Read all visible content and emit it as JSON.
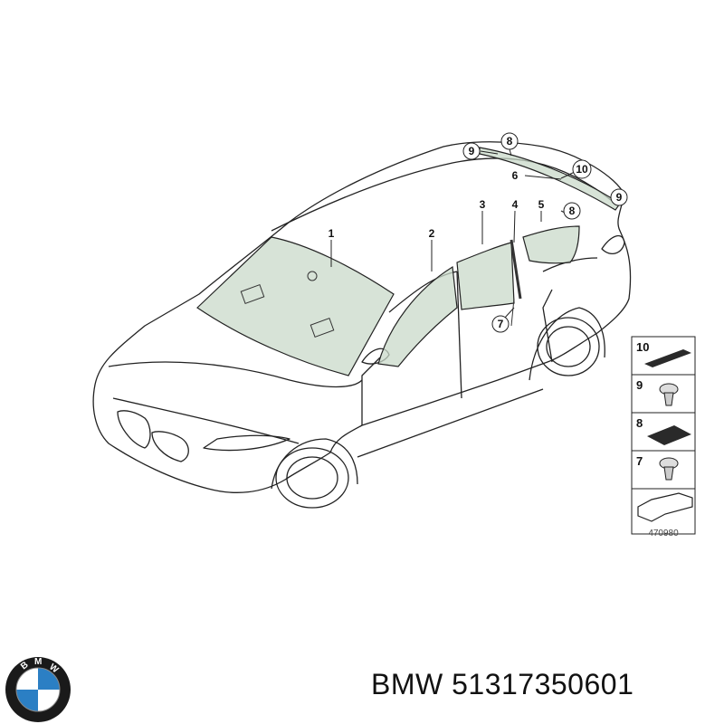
{
  "diagram": {
    "reference_code": "470980",
    "callouts": [
      {
        "id": "c1",
        "label": "1"
      },
      {
        "id": "c2",
        "label": "2"
      },
      {
        "id": "c3",
        "label": "3"
      },
      {
        "id": "c4",
        "label": "4"
      },
      {
        "id": "c5",
        "label": "5"
      },
      {
        "id": "c6",
        "label": "6"
      },
      {
        "id": "c7",
        "label": "7"
      },
      {
        "id": "c8a",
        "label": "8"
      },
      {
        "id": "c8b",
        "label": "8"
      },
      {
        "id": "c9a",
        "label": "9"
      },
      {
        "id": "c9b",
        "label": "9"
      },
      {
        "id": "c10",
        "label": "10"
      }
    ],
    "legend": [
      {
        "label": "10",
        "part": "foam-strip"
      },
      {
        "label": "9",
        "part": "clip"
      },
      {
        "label": "8",
        "part": "pad"
      },
      {
        "label": "7",
        "part": "clip"
      }
    ]
  },
  "caption": {
    "brand": "BMW",
    "part_number": "51317350601"
  },
  "logo": {
    "letters": "BMW",
    "colors": {
      "ring": "#1a1a1a",
      "blue": "#2b7fc4",
      "white": "#ffffff"
    }
  }
}
